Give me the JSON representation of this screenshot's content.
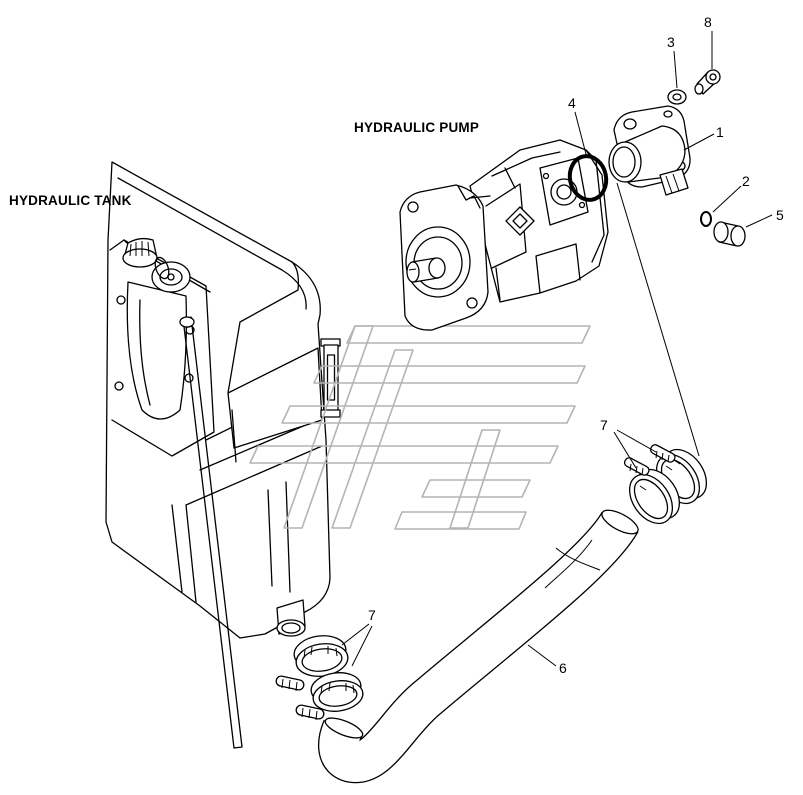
{
  "labels": {
    "hydraulic_pump": "HYDRAULIC PUMP",
    "hydraulic_tank": "HYDRAULIC TANK"
  },
  "callouts": {
    "item_1": "1",
    "item_2": "2",
    "item_3": "3",
    "item_4": "4",
    "item_5": "5",
    "item_6": "6",
    "item_7_upper": "7",
    "item_7_lower": "7",
    "item_8": "8"
  },
  "colors": {
    "line": "#000000",
    "background": "#ffffff",
    "watermark": "#b4b4b4"
  }
}
